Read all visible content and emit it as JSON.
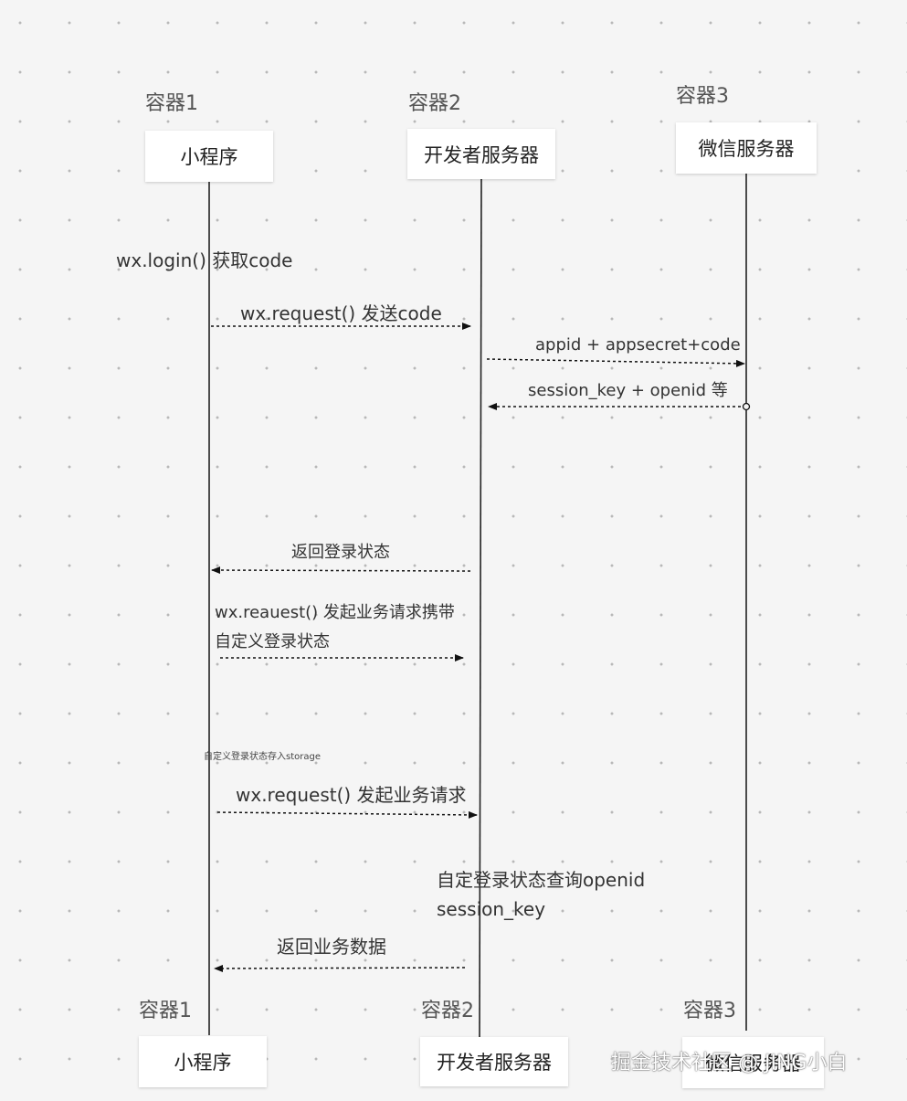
{
  "top": {
    "containers": [
      "容器1",
      "容器2",
      "容器3"
    ],
    "boxes": [
      "小程序",
      "开发者服务器",
      "微信服务器"
    ]
  },
  "bottom": {
    "containers": [
      "容器1",
      "容器2",
      "容器3"
    ],
    "boxes": [
      "小程序",
      "开发者服务器",
      "微信服务器"
    ]
  },
  "steps": {
    "login": "wx.login() 获取code",
    "send_code": "wx.request() 发送code",
    "appid_secret": "appid + appsecret+code",
    "session_openid": "session_key + openid 等",
    "return_status": "返回登录状态",
    "request_business_line1": "wx.reauest() 发起业务请求携带",
    "request_business_line2": "自定义登录状态",
    "store_storage": "自定义登录状态存入storage",
    "request_business": "wx.request() 发起业务请求",
    "query_line1": "自定登录状态查询openid",
    "query_line2": "session_key",
    "return_data": "返回业务数据"
  },
  "watermark": "掘金技术社区 @ JING小白"
}
